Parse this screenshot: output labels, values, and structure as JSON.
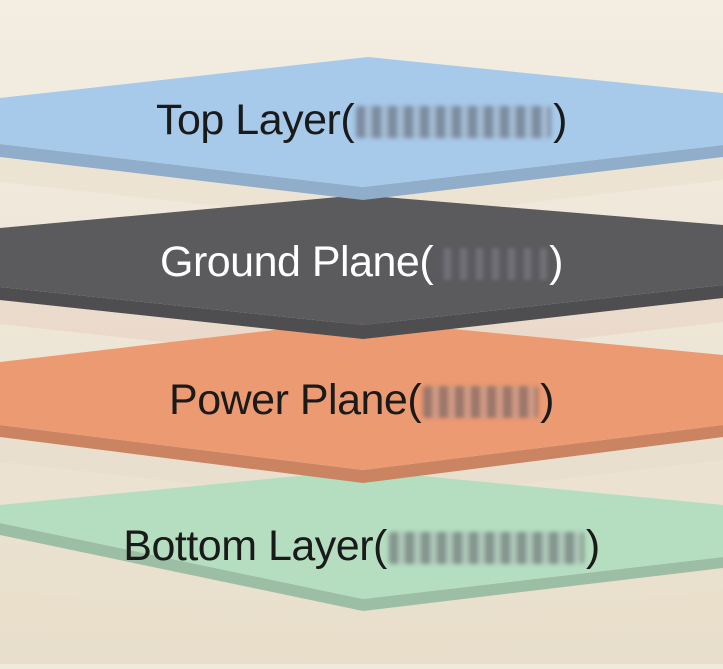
{
  "stack": {
    "layers": [
      {
        "name": "Top Layer(",
        "close": ")",
        "color": "#a7c9ea",
        "text_color": "#1a1a1a"
      },
      {
        "name": "Ground Plane(",
        "close": ")",
        "color": "#5b5a5c",
        "text_color": "#ffffff"
      },
      {
        "name": "Power Plane(",
        "close": ")",
        "color": "#ec9a72",
        "text_color": "#1a1a1a"
      },
      {
        "name": "Bottom Layer(",
        "close": ")",
        "color": "#b5ddc0",
        "text_color": "#1a1a1a"
      }
    ]
  }
}
